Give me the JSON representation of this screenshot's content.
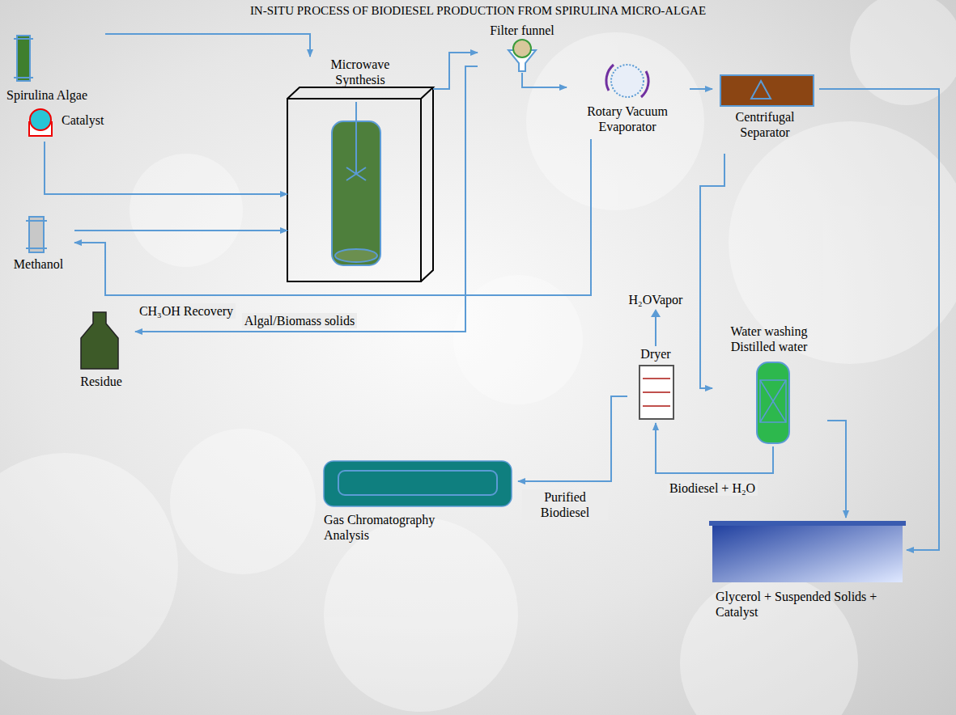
{
  "diagram": {
    "title": "IN-SITU PROCESS OF BIODIESEL PRODUCTION FROM SPIRULINA MICRO-ALGAE",
    "nodes": [
      {
        "text": [
          "Spirulina Algae"
        ]
      },
      {
        "text": [
          "Catalyst"
        ]
      },
      {
        "text": [
          "Microwave Synthesis"
        ]
      },
      {
        "text": [
          "Filter funnel"
        ]
      },
      {
        "text": [
          "Rotary Vacuum Evaporator"
        ]
      },
      {
        "text": [
          "Centrifugal Separator"
        ]
      },
      {
        "text": [
          "Methanol"
        ]
      },
      {
        "text": [
          "Residue"
        ]
      },
      {
        "text": [
          "Dryer"
        ]
      },
      {
        "text": [
          "Water washing Distilled water"
        ]
      },
      {
        "text": [
          "Gas Chromatography Analysis"
        ]
      },
      {
        "text": [
          "Glycerol + Suspended Solids + Catalyst"
        ]
      }
    ],
    "edges": [
      {
        "from": 0,
        "to": 2,
        "arrow": "to"
      },
      {
        "from": 1,
        "to": 2,
        "arrow": "to"
      },
      {
        "from": 6,
        "to": 2,
        "arrow": "to"
      },
      {
        "from": 2,
        "to": 3,
        "arrow": "to"
      },
      {
        "from": 3,
        "to": 4,
        "arrow": "to"
      },
      {
        "from": 4,
        "to": 5,
        "arrow": "to"
      },
      {
        "from": 4,
        "to": 6,
        "label": "CH₃OH Recovery",
        "arrow": "to"
      },
      {
        "from": 3,
        "to": 7,
        "label": "Algal/Biomass solids",
        "arrow": "to"
      },
      {
        "from": 5,
        "to": 9,
        "arrow": "to"
      },
      {
        "from": 5,
        "to": 11,
        "arrow": "to"
      },
      {
        "from": 9,
        "to": 11,
        "arrow": "to"
      },
      {
        "from": 9,
        "to": 8,
        "label": "Biodiesel + H₂O",
        "arrow": "to"
      },
      {
        "from": 8,
        "to": 10,
        "label": "Purified Biodiesel",
        "arrow": "to"
      }
    ],
    "labels": [
      "H₂OVapor"
    ]
  }
}
